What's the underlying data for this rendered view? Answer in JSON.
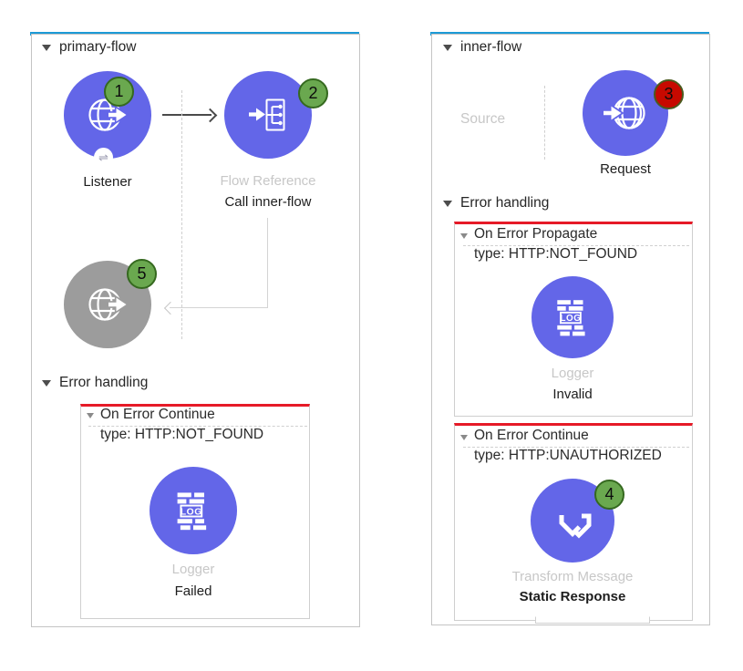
{
  "colors": {
    "top_bar_blue": "#1C9AD6",
    "node_blue": "#6366E8",
    "node_gray": "#9C9C9C",
    "badge_green": "#6AA84F",
    "badge_red": "#C70900",
    "error_red": "#E61A27"
  },
  "icons": {
    "http_listener": "globe-arrow-out",
    "http_request": "globe-arrow-in",
    "flow_reference": "arrow-into-branching-box",
    "logger": "log-lines",
    "transform_message": "dataweave-chevrons",
    "sync_glyph": "⇌",
    "collapse_glyph": "▼"
  },
  "primary_flow": {
    "title": "primary-flow",
    "listener": {
      "badge": "1",
      "label": "Listener"
    },
    "flow_reference": {
      "badge": "2",
      "type_label": "Flow Reference",
      "name_label": "Call inner-flow"
    },
    "disabled_listener": {
      "badge": "5"
    },
    "error_handling": {
      "title": "Error handling",
      "handler": {
        "name": "On Error Continue",
        "type": "type: HTTP:NOT_FOUND",
        "logger_icon_text": "LOG",
        "node_type_label": "Logger",
        "node_name_label": "Failed"
      }
    }
  },
  "inner_flow": {
    "title": "inner-flow",
    "source_label": "Source",
    "request": {
      "badge": "3",
      "label": "Request"
    },
    "error_handling": {
      "title": "Error handling",
      "handlers": [
        {
          "name": "On Error Propagate",
          "type": "type: HTTP:NOT_FOUND",
          "logger_icon_text": "LOG",
          "node_type_label": "Logger",
          "node_name_label": "Invalid"
        },
        {
          "name": "On Error Continue",
          "type": "type: HTTP:UNAUTHORIZED",
          "badge": "4",
          "node_type_label": "Transform Message",
          "node_name_label": "Static Response"
        }
      ]
    }
  }
}
